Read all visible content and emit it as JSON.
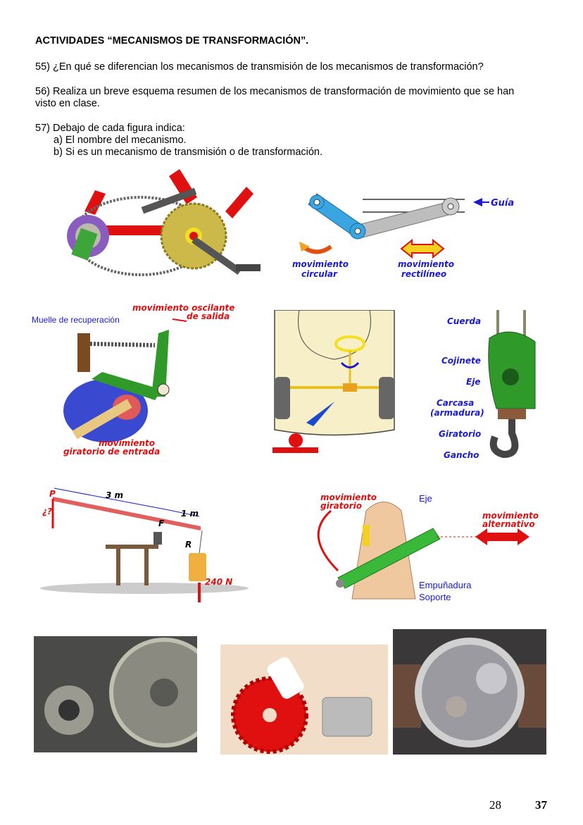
{
  "title": "ACTIVIDADES “MECANISMOS DE TRANSFORMACIÓN”.",
  "q55": "55) ¿En qué se diferencian los mecanismos de transmisión de los mecanismos de transformación?",
  "q56_line1": "56) Realiza un breve esquema resumen de los mecanismos de transformación de movimiento que se han",
  "q56_line2": "visto en clase.",
  "q57": "57) Debajo de cada figura indica:",
  "q57_items": [
    "a)  El nombre del mecanismo.",
    "b)  Si es un mecanismo de transmisión o de transformación."
  ],
  "fig2": {
    "guia": "Guía",
    "mov_circular_1": "movimiento",
    "mov_circular_2": "circular",
    "mov_rect_1": "movimiento",
    "mov_rect_2": "rectilíneo"
  },
  "fig3": {
    "muelle": "Muelle de recuperación",
    "osc_1": "movimiento oscilante",
    "osc_2": "de salida",
    "gir_1": "movimiento",
    "gir_2": "giratorio de entrada"
  },
  "fig5": {
    "cuerda": "Cuerda",
    "cojinete": "Cojinete",
    "eje": "Eje",
    "carcasa_1": "Carcasa",
    "carcasa_2": "(armadura)",
    "giratorio": "Giratorio",
    "gancho": "Gancho"
  },
  "fig6": {
    "p": "P",
    "q": "¿?",
    "d1": "3 m",
    "d2": "1 m",
    "f": "F",
    "r": "R",
    "w": "240 N"
  },
  "fig7": {
    "mg_1": "movimiento",
    "mg_2": "giratorio",
    "eje": "Eje",
    "ma_1": "movimiento",
    "ma_2": "alternativo",
    "empu": "Empuñadura",
    "soporte": "Soporte"
  },
  "page_number": "28",
  "page_number_old": "37",
  "colors": {
    "red": "#e01010",
    "blue": "#1a1ad0",
    "green": "#2f9a2a",
    "yellow": "#f4e020"
  }
}
